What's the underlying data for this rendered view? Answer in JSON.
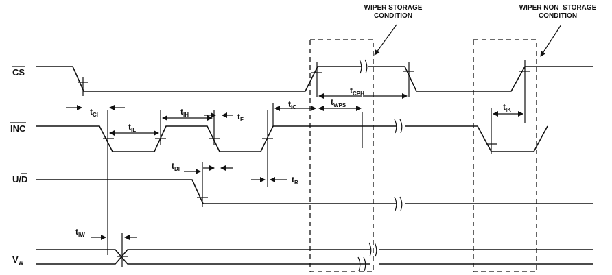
{
  "signals": {
    "cs": "CS",
    "inc": "INC",
    "ud_u": "U/",
    "ud_d": "D",
    "vw_main": "V",
    "vw_sub": "W"
  },
  "params": {
    "t_ci": {
      "main": "t",
      "sub": "CI"
    },
    "t_il": {
      "main": "t",
      "sub": "IL"
    },
    "t_ih": {
      "main": "t",
      "sub": "IH"
    },
    "t_f": {
      "main": "t",
      "sub": "F"
    },
    "t_ic": {
      "main": "t",
      "sub": "IC"
    },
    "t_wps": {
      "main": "t",
      "sub": "WPS"
    },
    "t_cph": {
      "main": "t",
      "sub": "CPH"
    },
    "t_ik": {
      "main": "t",
      "sub": "IK"
    },
    "t_di": {
      "main": "t",
      "sub": "DI"
    },
    "t_r": {
      "main": "t",
      "sub": "R"
    },
    "t_iw": {
      "main": "t",
      "sub": "IW"
    }
  },
  "annotations": {
    "storage_line1": "WIPER STORAGE",
    "storage_line2": "CONDITION",
    "nonstorage_line1": "WIPER NON–STORAGE",
    "nonstorage_line2": "CONDITION"
  }
}
